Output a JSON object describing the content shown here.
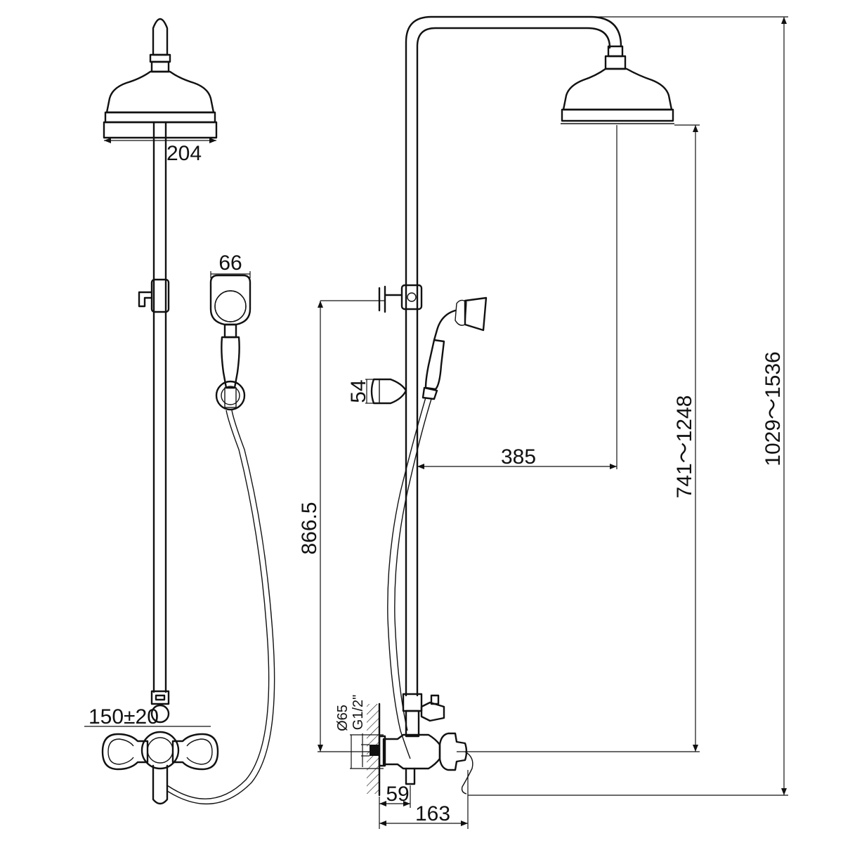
{
  "front_view": {
    "head_diameter": "204",
    "handshower_width": "66",
    "inlet_centers": "150±20"
  },
  "side_view": {
    "bar_height": "866.5",
    "holder_size": "54",
    "arm_projection": "385",
    "head_height": "741～1248",
    "total_height": "1029～1536",
    "escutcheon_diameter": "Ø65",
    "inlet_thread": "G1/2\"",
    "valve_depth": "59",
    "overall_depth": "163"
  }
}
